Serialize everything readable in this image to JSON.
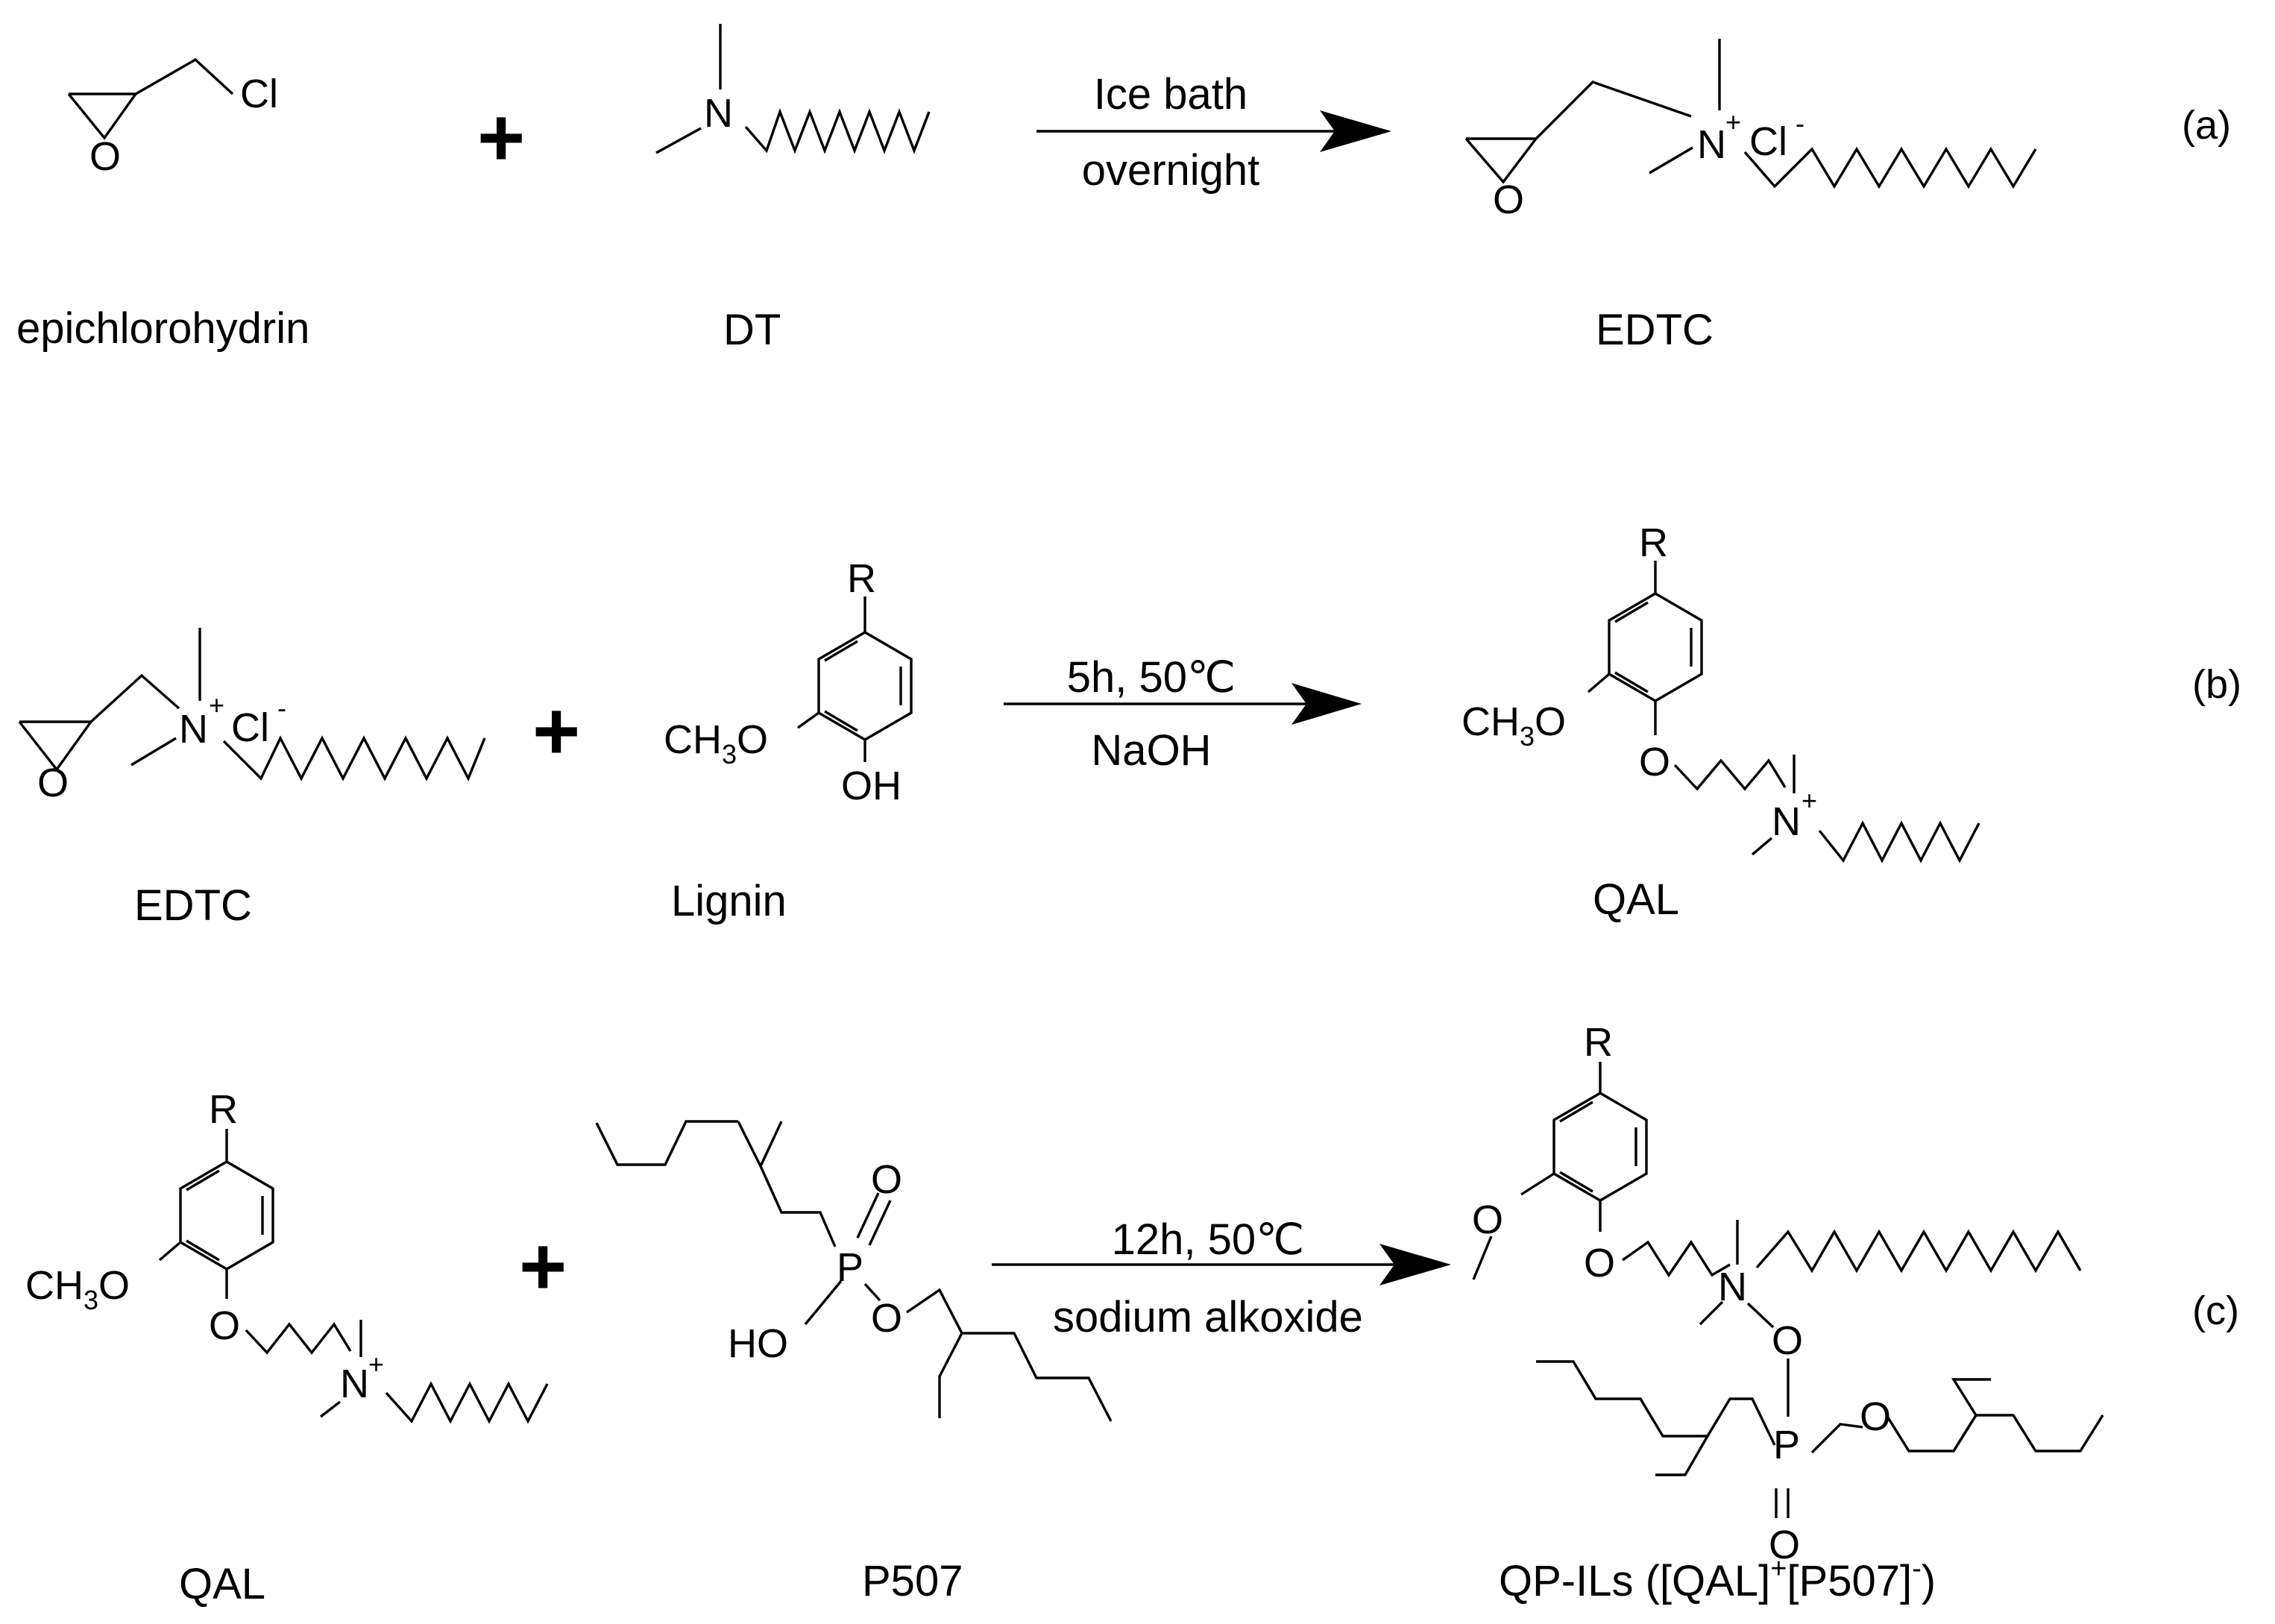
{
  "reaction_a": {
    "tag": "(a)",
    "reactant1": {
      "name": "epichlorohydrin",
      "atoms": {
        "O": "O",
        "Cl": "Cl"
      }
    },
    "plus": "+",
    "reactant2": {
      "name": "DT",
      "atoms": {
        "N": "N"
      }
    },
    "conditions": {
      "top": "Ice bath",
      "bottom": "overnight"
    },
    "product": {
      "name": "EDTC",
      "atoms": {
        "O": "O",
        "N": "N",
        "plus": "+",
        "Cl": "Cl",
        "minus": "-"
      }
    }
  },
  "reaction_b": {
    "tag": "(b)",
    "reactant1": {
      "name": "EDTC",
      "atoms": {
        "O": "O",
        "N": "N",
        "plus": "+",
        "Cl": "Cl",
        "minus": "-"
      }
    },
    "plus": "+",
    "reactant2": {
      "name": "Lignin",
      "atoms": {
        "R": "R",
        "CH3O_pre": "CH",
        "CH3O_sub": "3",
        "CH3O_post": "O",
        "OH": "OH"
      }
    },
    "conditions": {
      "top": "5h, 50℃",
      "bottom": "NaOH"
    },
    "product": {
      "name": "QAL",
      "atoms": {
        "R": "R",
        "CH3O_pre": "CH",
        "CH3O_sub": "3",
        "CH3O_post": "O",
        "O": "O",
        "N": "N",
        "plus": "+"
      }
    }
  },
  "reaction_c": {
    "tag": "(c)",
    "reactant1": {
      "name": "QAL",
      "atoms": {
        "R": "R",
        "CH3O_pre": "CH",
        "CH3O_sub": "3",
        "CH3O_post": "O",
        "O": "O",
        "N": "N",
        "plus": "+"
      }
    },
    "plus": "+",
    "reactant2": {
      "name": "P507",
      "atoms": {
        "P": "P",
        "O_double": "O",
        "O_ester": "O",
        "HO": "HO"
      }
    },
    "conditions": {
      "top": "12h, 50℃",
      "bottom": "sodium alkoxide"
    },
    "product": {
      "name_pre": "QP-ILs ([QAL]",
      "name_sup1": "+",
      "name_mid": "[P507]",
      "name_sup2": "-",
      "name_post": ")",
      "atoms": {
        "R": "R",
        "O_methoxy": "O",
        "O_ether": "O",
        "N": "N",
        "O_link": "O",
        "P": "P",
        "O_ester": "O",
        "O_double": "O"
      }
    }
  }
}
